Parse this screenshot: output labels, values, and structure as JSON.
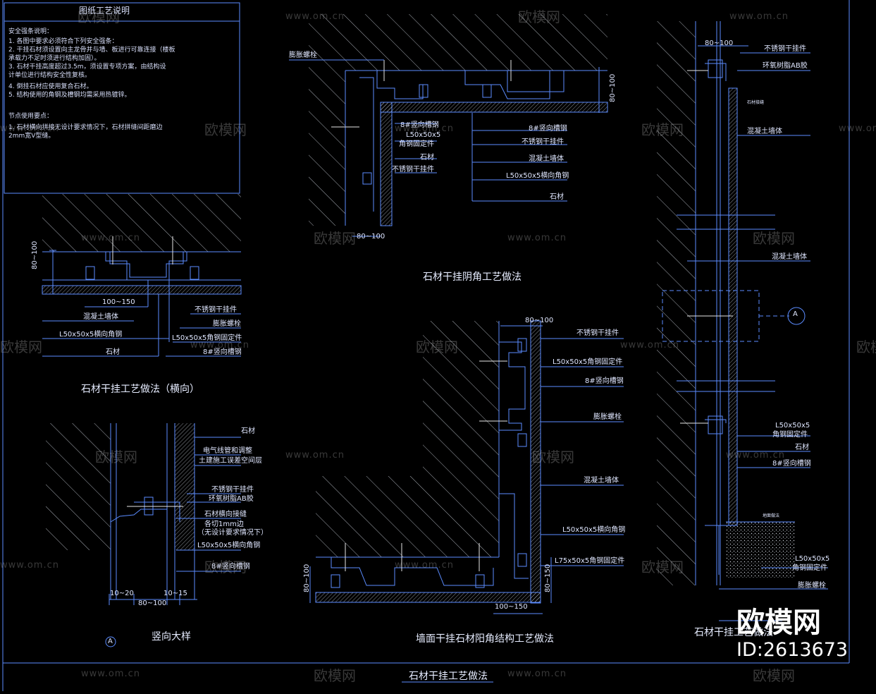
{
  "sheet_title": "石材干挂工艺做法",
  "notes": {
    "heading": "图纸工艺说明",
    "safety_heading": "安全强条说明：",
    "safety_items": [
      "1. 各图中要求必须符合下列安全强条：",
      "2. 干挂石材须设置向主龙骨并与墙、板进行可靠连接（楼板",
      "   承载力不足时须进行结构加固）。",
      "3. 石材干挂高度超过3.5m，须设置专项方案，由结构设",
      "   计单位进行结构安全性复核。",
      "4. 倒挂石材应使用复合石材。",
      "5. 结构使用的角钢及槽钢均需采用热镀锌。"
    ],
    "node_heading": "节点使用要点：",
    "node_items": [
      "1. 石材横向拼接无设计要求情况下，石材拼缝间距磨边",
      "   2mm宽V型缝。"
    ]
  },
  "views": {
    "horizontal": {
      "title": "石材干挂工艺做法（横向）",
      "dim_height": "80~100",
      "dim_width": "100~150",
      "labels": [
        "混凝土墙体",
        "L50x50x5横向角钢",
        "石材",
        "不锈钢干挂件",
        "膨胀螺栓",
        "L50x50x5角钢固定件",
        "8#竖向槽钢"
      ]
    },
    "vertical": {
      "title": "竖向大样",
      "marker": "A",
      "dim_a": "10~20",
      "dim_b": "10~15",
      "dim_total": "80~100",
      "labels": [
        "石材",
        "电气线管和调整",
        "土建施工误差空间层",
        "不锈钢干挂件",
        "环氧树脂AB胶",
        "石材横向接缝",
        "各切1mm边",
        "（无设计要求情况下）",
        "L50x50x5横向角钢",
        "8#竖向槽钢"
      ]
    },
    "inner_corner": {
      "title": "石材干挂阴角工艺做法",
      "dim_top": "80~100",
      "dim_side": "80~100",
      "left_labels": [
        "膨胀螺栓",
        "8#竖向槽钢",
        "L50x50x5",
        "角钢固定件",
        "石材",
        "不锈钢干挂件"
      ],
      "right_labels": [
        "8#竖向槽钢",
        "不锈钢干挂件",
        "混凝土墙体",
        "L50x50x5横向角钢",
        "石材"
      ]
    },
    "outer_corner": {
      "title": "墙面干挂石材阳角结构工艺做法",
      "dim_top": "80~100",
      "dim_left": "80~100",
      "dim_right": "80~150",
      "dim_bottom": "100~150",
      "labels": [
        "不锈钢干挂件",
        "L50x50x5角钢固定件",
        "8#竖向槽钢",
        "膨胀螺栓",
        "混凝土墙体",
        "L50x50x5横向角钢",
        "L75x50x5角钢固定件"
      ]
    },
    "section": {
      "title": "石材干挂工艺做法",
      "dim_top": "80~100",
      "marker": "A",
      "labels": [
        "不锈钢干挂件",
        "环氧树脂AB胶",
        "混凝土墙体",
        "L50x50x5",
        "角钢固定件",
        "石材",
        "8#竖向槽钢",
        "L50x50x5",
        "角钢固定件",
        "膨胀螺栓"
      ],
      "small_notes": [
        "石材接缝",
        "地面做法"
      ]
    }
  },
  "watermarks": {
    "url": "www.om.cn",
    "cn": "欧模网"
  },
  "branding": {
    "logo_text": "欧模网",
    "id_text": "ID:2613673"
  },
  "colors": {
    "background": "#000000",
    "line": "#5b8cff",
    "hatch": "#d8dde6",
    "text": "#dfe6ff"
  }
}
